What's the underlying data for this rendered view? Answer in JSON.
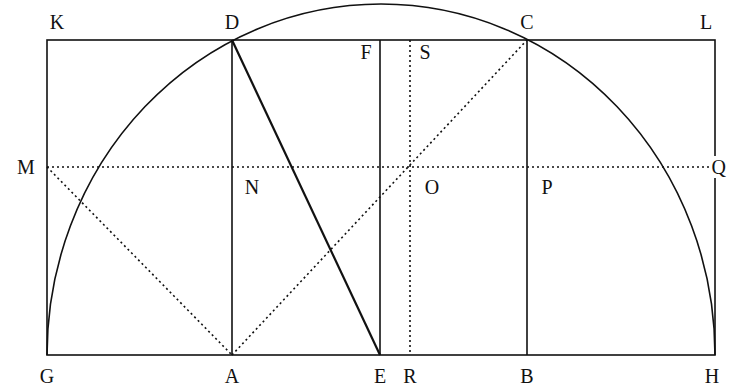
{
  "diagram": {
    "labels": [
      "K",
      "D",
      "C",
      "L",
      "F",
      "S",
      "M",
      "N",
      "O",
      "P",
      "Q",
      "G",
      "A",
      "E",
      "R",
      "B",
      "H"
    ]
  }
}
